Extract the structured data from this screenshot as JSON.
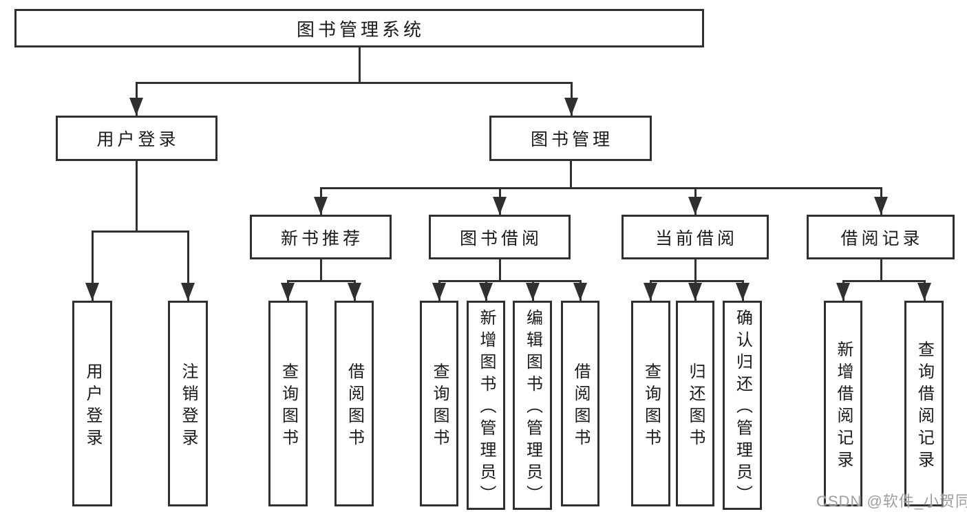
{
  "diagram": {
    "title": "图书管理系统",
    "watermark": "CSDN @软件_小贺同学",
    "colors": {
      "line": "#303030",
      "text": "#1a1a1a",
      "background": "#ffffff",
      "watermark": "#949494"
    },
    "nodes": {
      "root": {
        "label": "图书管理系统"
      },
      "user_login": {
        "label": "用户登录"
      },
      "book_mgmt": {
        "label": "图书管理"
      },
      "user_login_v": {
        "label": "用户登录"
      },
      "logout_v": {
        "label": "注销登录"
      },
      "new_book_rec": {
        "label": "新书推荐"
      },
      "book_borrow": {
        "label": "图书借阅"
      },
      "current_borrow": {
        "label": "当前借阅"
      },
      "borrow_records": {
        "label": "借阅记录"
      },
      "rec_query_books": {
        "label": "查询图书"
      },
      "rec_borrow_books": {
        "label": "借阅图书"
      },
      "bb_query_books": {
        "label": "查询图书"
      },
      "bb_add_books": {
        "label": "新增图书（管理员）"
      },
      "bb_edit_books": {
        "label": "编辑图书（管理员）"
      },
      "bb_borrow_books": {
        "label": "借阅图书"
      },
      "cb_query_books": {
        "label": "查询图书"
      },
      "cb_return_books": {
        "label": "归还图书"
      },
      "cb_confirm_return": {
        "label": "确认归还（管理员）"
      },
      "br_add_record": {
        "label": "新增借阅记录"
      },
      "br_query_record": {
        "label": "查询借阅记录"
      }
    },
    "hierarchy": {
      "图书管理系统": {
        "用户登录": [
          "用户登录",
          "注销登录"
        ],
        "图书管理": {
          "新书推荐": [
            "查询图书",
            "借阅图书"
          ],
          "图书借阅": [
            "查询图书",
            "新增图书（管理员）",
            "编辑图书（管理员）",
            "借阅图书"
          ],
          "当前借阅": [
            "查询图书",
            "归还图书",
            "确认归还（管理员）"
          ],
          "借阅记录": [
            "新增借阅记录",
            "查询借阅记录"
          ]
        }
      }
    }
  }
}
